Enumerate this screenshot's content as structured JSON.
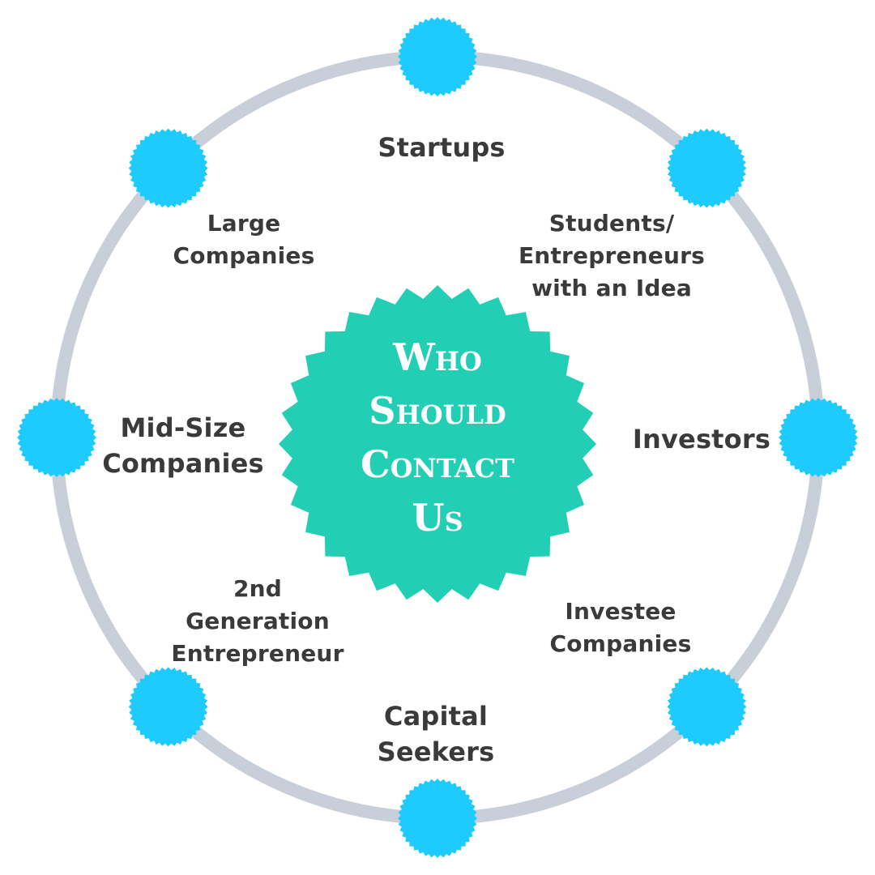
{
  "colors": {
    "ring": "#c8cfd8",
    "node": "#1ecbff",
    "center": "#22cfb4",
    "text": "#3a3a3a",
    "center_text": "#ffffff"
  },
  "center": {
    "title": "Who\nShould\nContact\nUs"
  },
  "labels": [
    {
      "id": "startups",
      "text": "Startups"
    },
    {
      "id": "students",
      "text": "Students/\nEntrepreneurs\nwith an Idea"
    },
    {
      "id": "investors",
      "text": "Investors"
    },
    {
      "id": "investee",
      "text": "Investee\nCompanies"
    },
    {
      "id": "capital",
      "text": "Capital\nSeekers"
    },
    {
      "id": "second-gen",
      "text": "2nd\nGeneration\nEntrepreneur"
    },
    {
      "id": "mid-size",
      "text": "Mid-Size\nCompanies"
    },
    {
      "id": "large",
      "text": "Large\nCompanies"
    }
  ]
}
